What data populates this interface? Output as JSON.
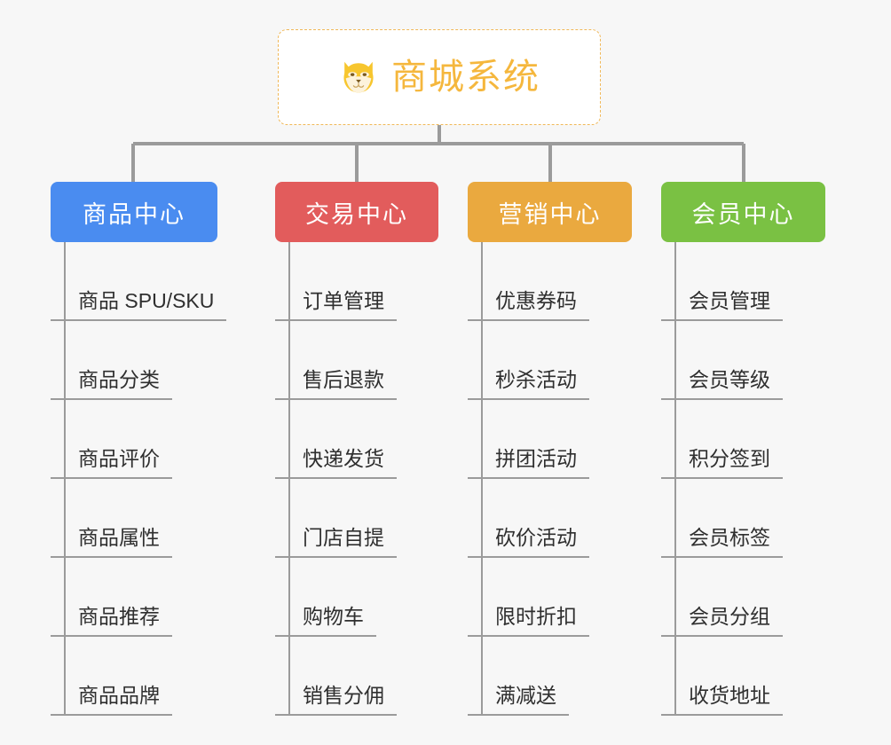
{
  "root": {
    "title": "商城系统",
    "icon": "shiba-dog-face-icon",
    "color": "#f5b73d",
    "border_color": "#f0b858"
  },
  "canvas": {
    "background": "#f7f7f7",
    "connector_color": "#9b9b9b"
  },
  "branches": [
    {
      "label": "商品中心",
      "color": "#4a8cf0",
      "items": [
        {
          "label": "商品 SPU/SKU"
        },
        {
          "label": "商品分类"
        },
        {
          "label": "商品评价"
        },
        {
          "label": "商品属性"
        },
        {
          "label": "商品推荐"
        },
        {
          "label": "商品品牌"
        }
      ]
    },
    {
      "label": "交易中心",
      "color": "#e25c5c",
      "items": [
        {
          "label": "订单管理"
        },
        {
          "label": "售后退款"
        },
        {
          "label": "快递发货"
        },
        {
          "label": "门店自提"
        },
        {
          "label": "购物车"
        },
        {
          "label": "销售分佣"
        }
      ]
    },
    {
      "label": "营销中心",
      "color": "#eaa93f",
      "items": [
        {
          "label": "优惠券码"
        },
        {
          "label": "秒杀活动"
        },
        {
          "label": "拼团活动"
        },
        {
          "label": "砍价活动"
        },
        {
          "label": "限时折扣"
        },
        {
          "label": "满减送"
        }
      ]
    },
    {
      "label": "会员中心",
      "color": "#7ac143",
      "items": [
        {
          "label": "会员管理"
        },
        {
          "label": "会员等级"
        },
        {
          "label": "积分签到"
        },
        {
          "label": "会员标签"
        },
        {
          "label": "会员分组"
        },
        {
          "label": "收货地址"
        }
      ]
    }
  ]
}
